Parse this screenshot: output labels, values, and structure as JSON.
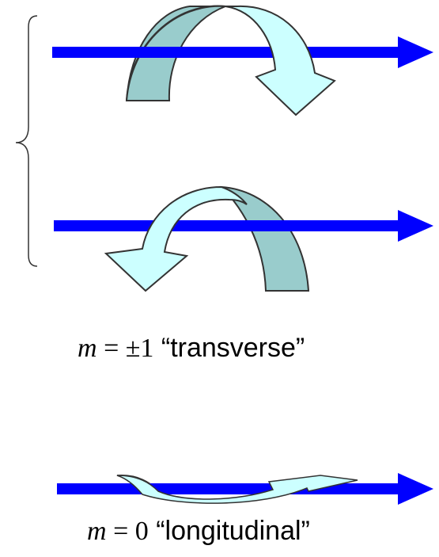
{
  "colors": {
    "axis_arrow": "#0000ff",
    "ribbon_light": "#ccffff",
    "ribbon_dark": "#99cccc",
    "outline": "#333333",
    "brace": "#333333",
    "text": "#000000"
  },
  "labels": {
    "transverse": {
      "variable": "m",
      "equals": " = ",
      "value": "±1",
      "description": " “transverse”"
    },
    "longitudinal": {
      "variable": "m",
      "equals": " = ",
      "value": "0",
      "description": " “longitudinal”"
    }
  },
  "icons": {
    "axis": "right-arrow-icon",
    "circulation": "curved-arrow-icon",
    "group": "curly-brace-icon"
  }
}
